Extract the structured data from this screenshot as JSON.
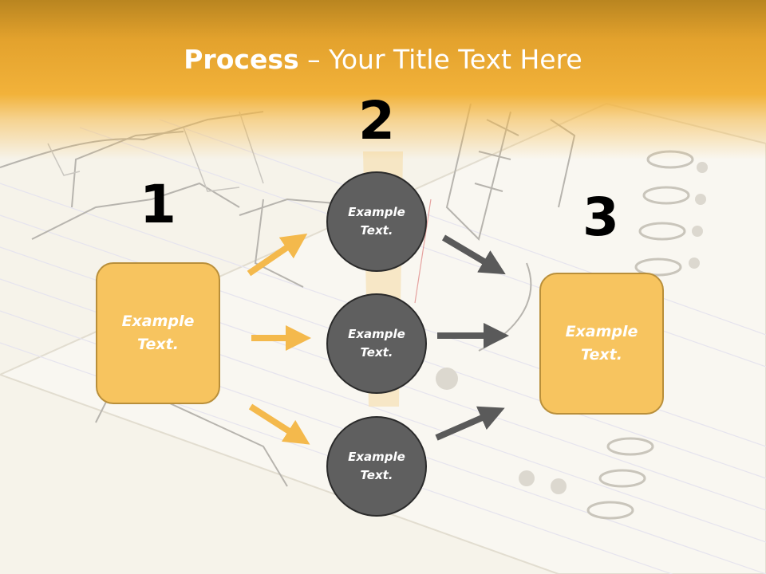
{
  "title": {
    "bold": "Process",
    "rest": " – Your Title Text Here"
  },
  "steps": [
    {
      "number": "1",
      "text": "Example Text."
    },
    {
      "number": "2",
      "text": "Example Text."
    },
    {
      "number": "3",
      "text": "Example Text."
    }
  ],
  "circles": [
    {
      "text": "Example Text."
    },
    {
      "text": "Example Text."
    },
    {
      "text": "Example Text."
    }
  ],
  "colors": {
    "header": "#f2b23a",
    "box_fill": "#f7c45f",
    "circle_fill": "#5f5f5f",
    "arrow_orange": "#f4b94c",
    "arrow_gray": "#5a5a5a"
  }
}
